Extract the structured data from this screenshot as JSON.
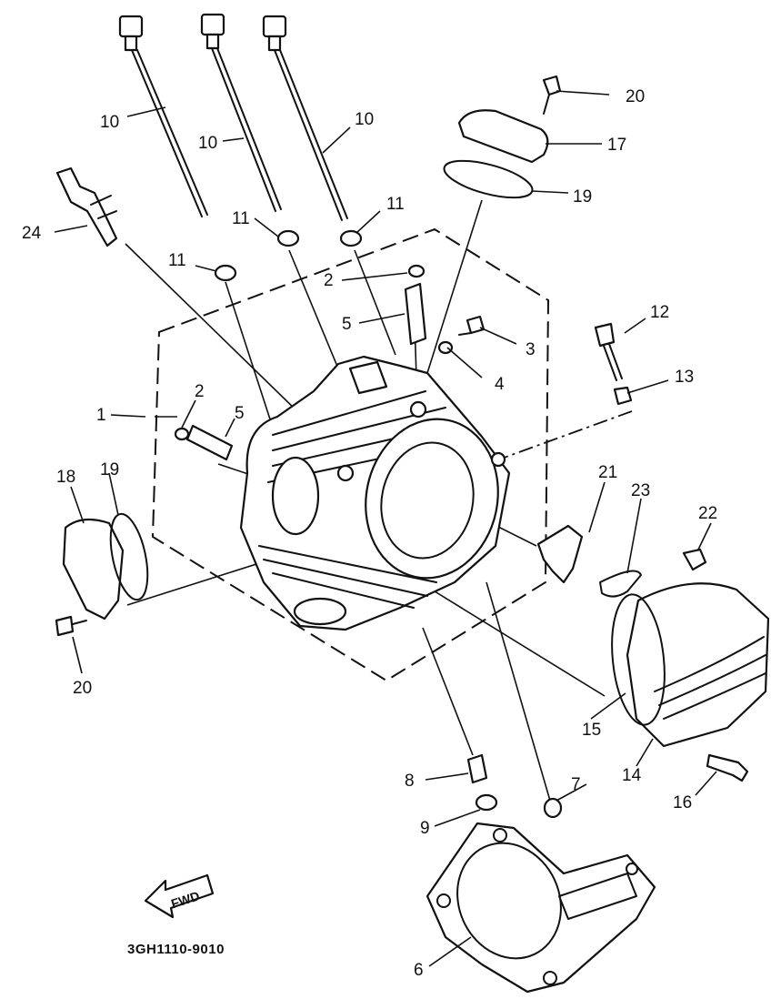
{
  "diagram": {
    "code": "3GH1110-9010",
    "direction_label": "FWD",
    "callouts": [
      {
        "key": "c20a",
        "text": "20"
      },
      {
        "key": "c17",
        "text": "17"
      },
      {
        "key": "c19a",
        "text": "19"
      },
      {
        "key": "c10a",
        "text": "10"
      },
      {
        "key": "c10b",
        "text": "10"
      },
      {
        "key": "c10c",
        "text": "10"
      },
      {
        "key": "c11a",
        "text": "11"
      },
      {
        "key": "c11b",
        "text": "11"
      },
      {
        "key": "c11c",
        "text": "11"
      },
      {
        "key": "c24",
        "text": "24"
      },
      {
        "key": "c2a",
        "text": "2"
      },
      {
        "key": "c5a",
        "text": "5"
      },
      {
        "key": "c3",
        "text": "3"
      },
      {
        "key": "c4",
        "text": "4"
      },
      {
        "key": "c12",
        "text": "12"
      },
      {
        "key": "c13",
        "text": "13"
      },
      {
        "key": "c1",
        "text": "1"
      },
      {
        "key": "c2b",
        "text": "2"
      },
      {
        "key": "c5b",
        "text": "5"
      },
      {
        "key": "c18",
        "text": "18"
      },
      {
        "key": "c19b",
        "text": "19"
      },
      {
        "key": "c21",
        "text": "21"
      },
      {
        "key": "c23",
        "text": "23"
      },
      {
        "key": "c22",
        "text": "22"
      },
      {
        "key": "c20b",
        "text": "20"
      },
      {
        "key": "c15",
        "text": "15"
      },
      {
        "key": "c14",
        "text": "14"
      },
      {
        "key": "c16",
        "text": "16"
      },
      {
        "key": "c8",
        "text": "8"
      },
      {
        "key": "c7",
        "text": "7"
      },
      {
        "key": "c9",
        "text": "9"
      },
      {
        "key": "c6",
        "text": "6"
      }
    ]
  }
}
